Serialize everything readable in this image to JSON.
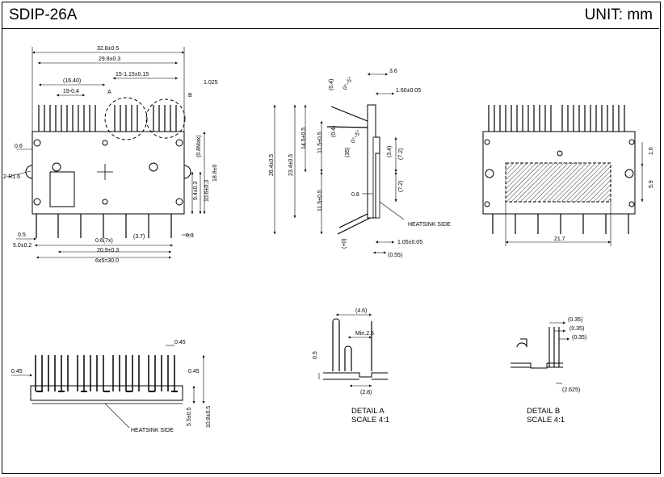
{
  "header": {
    "title": "SDIP-26A",
    "unit": "UNIT: mm"
  },
  "top_view": {
    "dims": [
      "32.8±0.5",
      "29.8±0.3",
      "(16.40)",
      "19-0.4",
      "15-1.15±0.15",
      "1.025",
      "0.6",
      "2-R1.6",
      "(0.8Max)",
      "18.8±0",
      "9.4±0.3",
      "10.6±0.3",
      "0.5",
      "5.0±0.2",
      "0.6(7x)",
      "(3.7)",
      "0.3",
      "20.9±0.3",
      "6x5=30.0"
    ],
    "detail_a": "A",
    "detail_b": "B"
  },
  "side_view": {
    "dims": [
      "3.6",
      "1.60±0.05",
      "(0.4)",
      "0°~5°",
      "0°~5°",
      "14.5±0.5",
      "11.5±0.5",
      "(0.4)",
      "26.4±0.5",
      "23.4±0.5",
      "(35)",
      "(3.4)",
      "(7.2)",
      "(7.2)",
      "0.8",
      "11.5±0.5",
      "(+0)",
      "1.05±0.05",
      "(0.55)"
    ],
    "heatsink_label": "HEATSINK SIDE"
  },
  "bottom_view": {
    "dims": [
      "1.6",
      "5.9",
      "21.7"
    ]
  },
  "front_view": {
    "dims": [
      "0.45",
      "0.45",
      "0.45",
      "5.5±0.5",
      "10.8±0.5"
    ],
    "heatsink_label": "HEATSINK SIDE"
  },
  "detail_a": {
    "dims": [
      "(4.6)",
      "Min.2.5",
      "0.5",
      "(2.8)"
    ],
    "title": "DETAIL A",
    "scale": "SCALE 4:1"
  },
  "detail_b": {
    "dims": [
      "(0.35)",
      "(0.35)",
      "(0.35)",
      "(2.625)"
    ],
    "title": "DETAIL B",
    "scale": "SCALE 4:1"
  }
}
